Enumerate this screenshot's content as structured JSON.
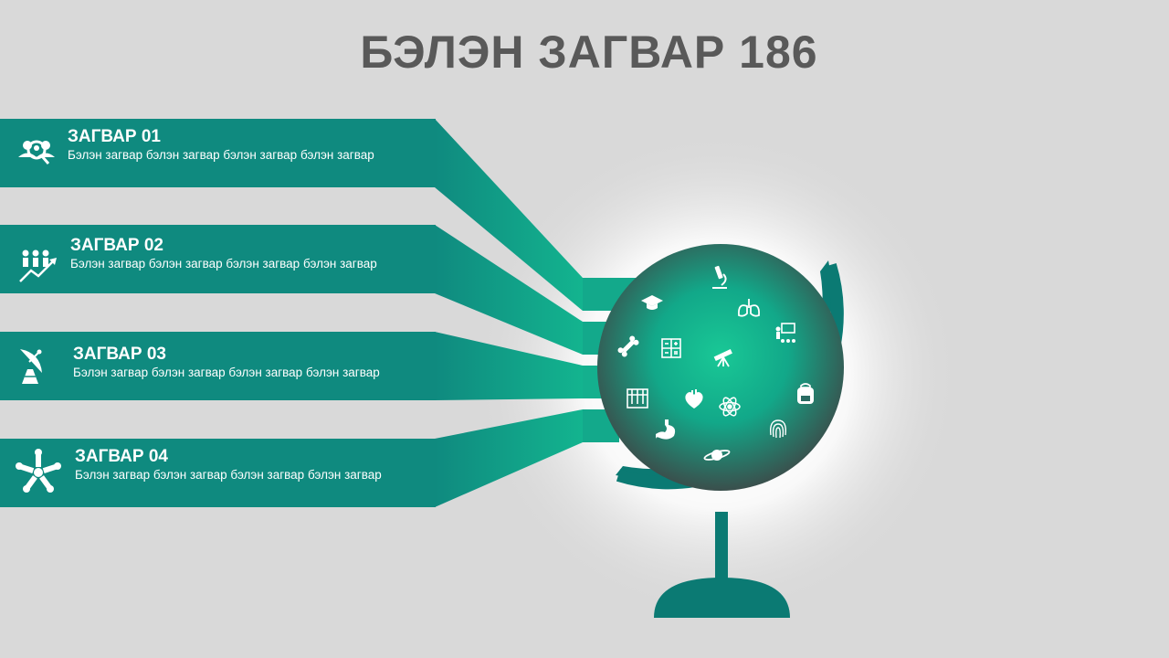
{
  "title": "БЭЛЭН ЗАГВАР 186",
  "colors": {
    "background": "#d9d9d9",
    "teal": "#0f8a7f",
    "teal_dark": "#0b7a73",
    "globe_center": "#19c896",
    "globe_edge": "#3a4f4c",
    "title": "#595959"
  },
  "items": [
    {
      "title": "ЗАГВАР 01",
      "description": "Бэлэн загвар бэлэн загвар бэлэн загвар бэлэн загвар",
      "icon": "team-search-icon"
    },
    {
      "title": "ЗАГВАР 02",
      "description": "Бэлэн загвар бэлэн загвар бэлэн загвар бэлэн загвар",
      "icon": "team-growth-icon"
    },
    {
      "title": "ЗАГВАР 03",
      "description": "Бэлэн загвар бэлэн загвар бэлэн загвар бэлэн загвар",
      "icon": "satellite-dish-icon"
    },
    {
      "title": "ЗАГВАР 04",
      "description": "Бэлэн загвар бэлэн загвар бэлэн загвар бэлэн загвар",
      "icon": "teamwork-hands-icon"
    }
  ],
  "globe_icons": [
    "microscope-icon",
    "graduation-cap-icon",
    "lungs-icon",
    "teacher-board-icon",
    "bone-icon",
    "calculator-icon",
    "telescope-icon",
    "test-tubes-icon",
    "heart-icon",
    "atom-icon",
    "backpack-icon",
    "stomach-icon",
    "fingerprint-icon",
    "planet-icon"
  ]
}
